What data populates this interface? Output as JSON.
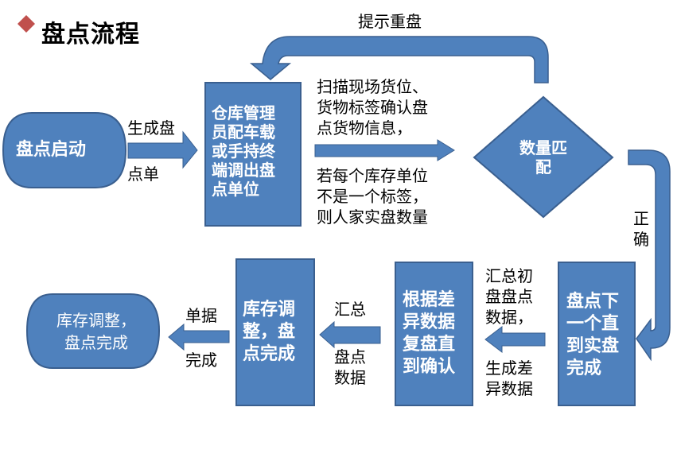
{
  "title": "盘点流程",
  "colors": {
    "shape_fill": "#4f81bd",
    "shape_stroke": "#3a5f8f",
    "bullet": "#c0504d"
  },
  "nodes": {
    "start": "盘点启动",
    "select_units": [
      "仓库管理",
      "员配车载",
      "或手持终",
      "端调出盘",
      "点单位"
    ],
    "decision": [
      "数量匹",
      "配"
    ],
    "next_until_done": [
      "盘点下",
      "一个直",
      "到实盘",
      "完成"
    ],
    "recheck": [
      "根据差",
      "异数据",
      "复盘直",
      "到确认"
    ],
    "adjust": [
      "库存调",
      "整，盘",
      "点完成"
    ],
    "end": [
      "库存调整，",
      "盘点完成"
    ]
  },
  "labels": {
    "generate_order_top": "生成盘",
    "generate_order_bottom": "点单",
    "scan_top": [
      "扫描现场货位、",
      "货物标签确认盘",
      "点货物信息，"
    ],
    "scan_bottom": [
      "若每个库存单位",
      "不是一个标签，",
      "则人家实盘数量"
    ],
    "retry": "提示重盘",
    "correct": [
      "正",
      "确"
    ],
    "summary_top": [
      "汇总初",
      "盘盘点",
      "数据，"
    ],
    "summary_bottom": [
      "生成差",
      "异数据"
    ],
    "collect_top": "汇总",
    "collect_bottom": [
      "盘点",
      "数据"
    ],
    "doc_top": "单据",
    "doc_bottom": "完成"
  }
}
